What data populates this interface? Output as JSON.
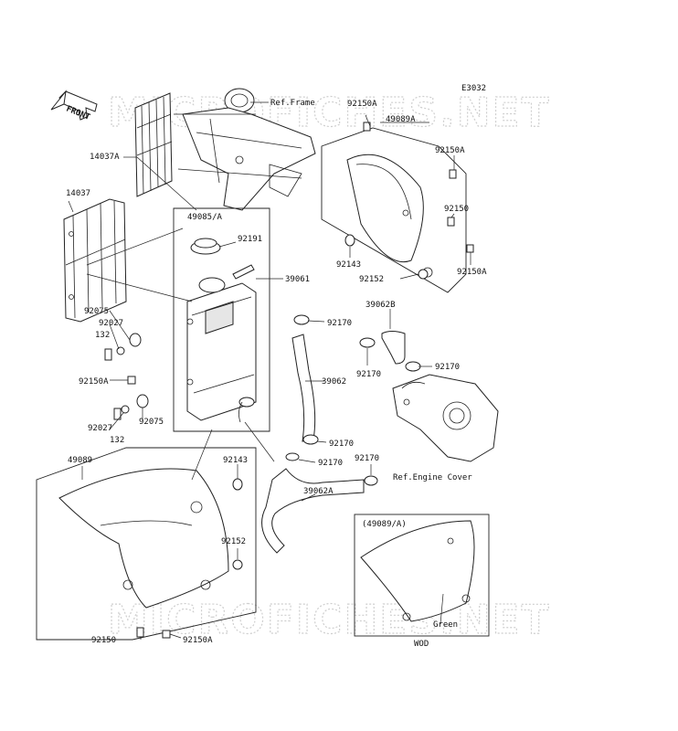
{
  "diagram_code": "E3032",
  "front_label": "FRONT",
  "watermark": "MICROFICHES.NET",
  "parts": {
    "ref_frame": "Ref.Frame",
    "p92150A_top": "92150A",
    "p49089A": "49089A",
    "p92150A_right": "92150A",
    "p92150": "92150",
    "p92143_right": "92143",
    "p92152_right": "92152",
    "p92150A_right2": "92150A",
    "p14037A": "14037A",
    "p14037": "14037",
    "p49085A": "49085/A",
    "p92191": "92191",
    "p39061": "39061",
    "p39062B": "39062B",
    "p92075_a": "92075",
    "p92027_a": "92027",
    "p132_a": "132",
    "p92150A_left": "92150A",
    "p92170_a": "92170",
    "p92170_b": "92170",
    "p92170_c": "92170",
    "p39062": "39062",
    "p92027_b": "92027",
    "p132_b": "132",
    "p92075_b": "92075",
    "p92170_d": "92170",
    "p92170_e": "92170",
    "p92170_f": "92170",
    "ref_engine_cover": "Ref.Engine Cover",
    "p49089": "49089",
    "p92143_left": "92143",
    "p39062A": "39062A",
    "p92152_left": "92152",
    "p92150_bottom": "92150",
    "p92150A_bottom": "92150A",
    "inset_title": "(49089/A)",
    "inset_green": "Green",
    "inset_caption": "WOD"
  }
}
